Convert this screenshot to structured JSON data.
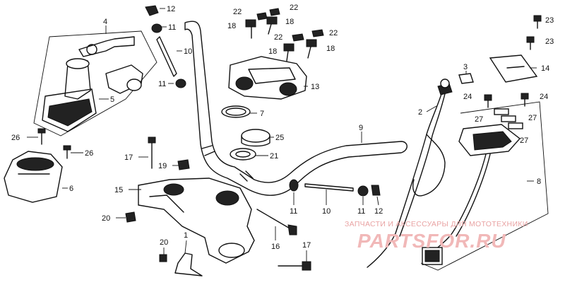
{
  "diagram": {
    "callouts": {
      "c12_top": "12",
      "c4": "4",
      "c11_top": "11",
      "c10_top": "10",
      "c11_mid": "11",
      "c5": "5",
      "c26_left": "26",
      "c26_right": "26",
      "c6": "6",
      "c22_a": "22",
      "c22_b": "22",
      "c18_a": "18",
      "c18_b": "18",
      "c22_c": "22",
      "c22_d": "22",
      "c18_c": "18",
      "c18_d": "18",
      "c13": "13",
      "c7": "7",
      "c25": "25",
      "c21": "21",
      "c9": "9",
      "c17_left": "17",
      "c19": "19",
      "c15": "15",
      "c20_left": "20",
      "c20_bottom": "20",
      "c1": "1",
      "c16": "16",
      "c17_bottom": "17",
      "c11_bottom": "11",
      "c10_bottom": "10",
      "c11_bottom_right": "11",
      "c12_bottom": "12",
      "c3": "3",
      "c2": "2",
      "c23_a": "23",
      "c23_b": "23",
      "c14": "14",
      "c24_left": "24",
      "c24_right": "24",
      "c27_a": "27",
      "c27_b": "27",
      "c27_c": "27",
      "c8": "8"
    },
    "watermark": {
      "caption": "ЗАПЧАСТИ И АКСЕССУАРЫ ДЛЯ МОТОТЕХНИКИ",
      "brand": "PARTSFOR.RU"
    }
  }
}
